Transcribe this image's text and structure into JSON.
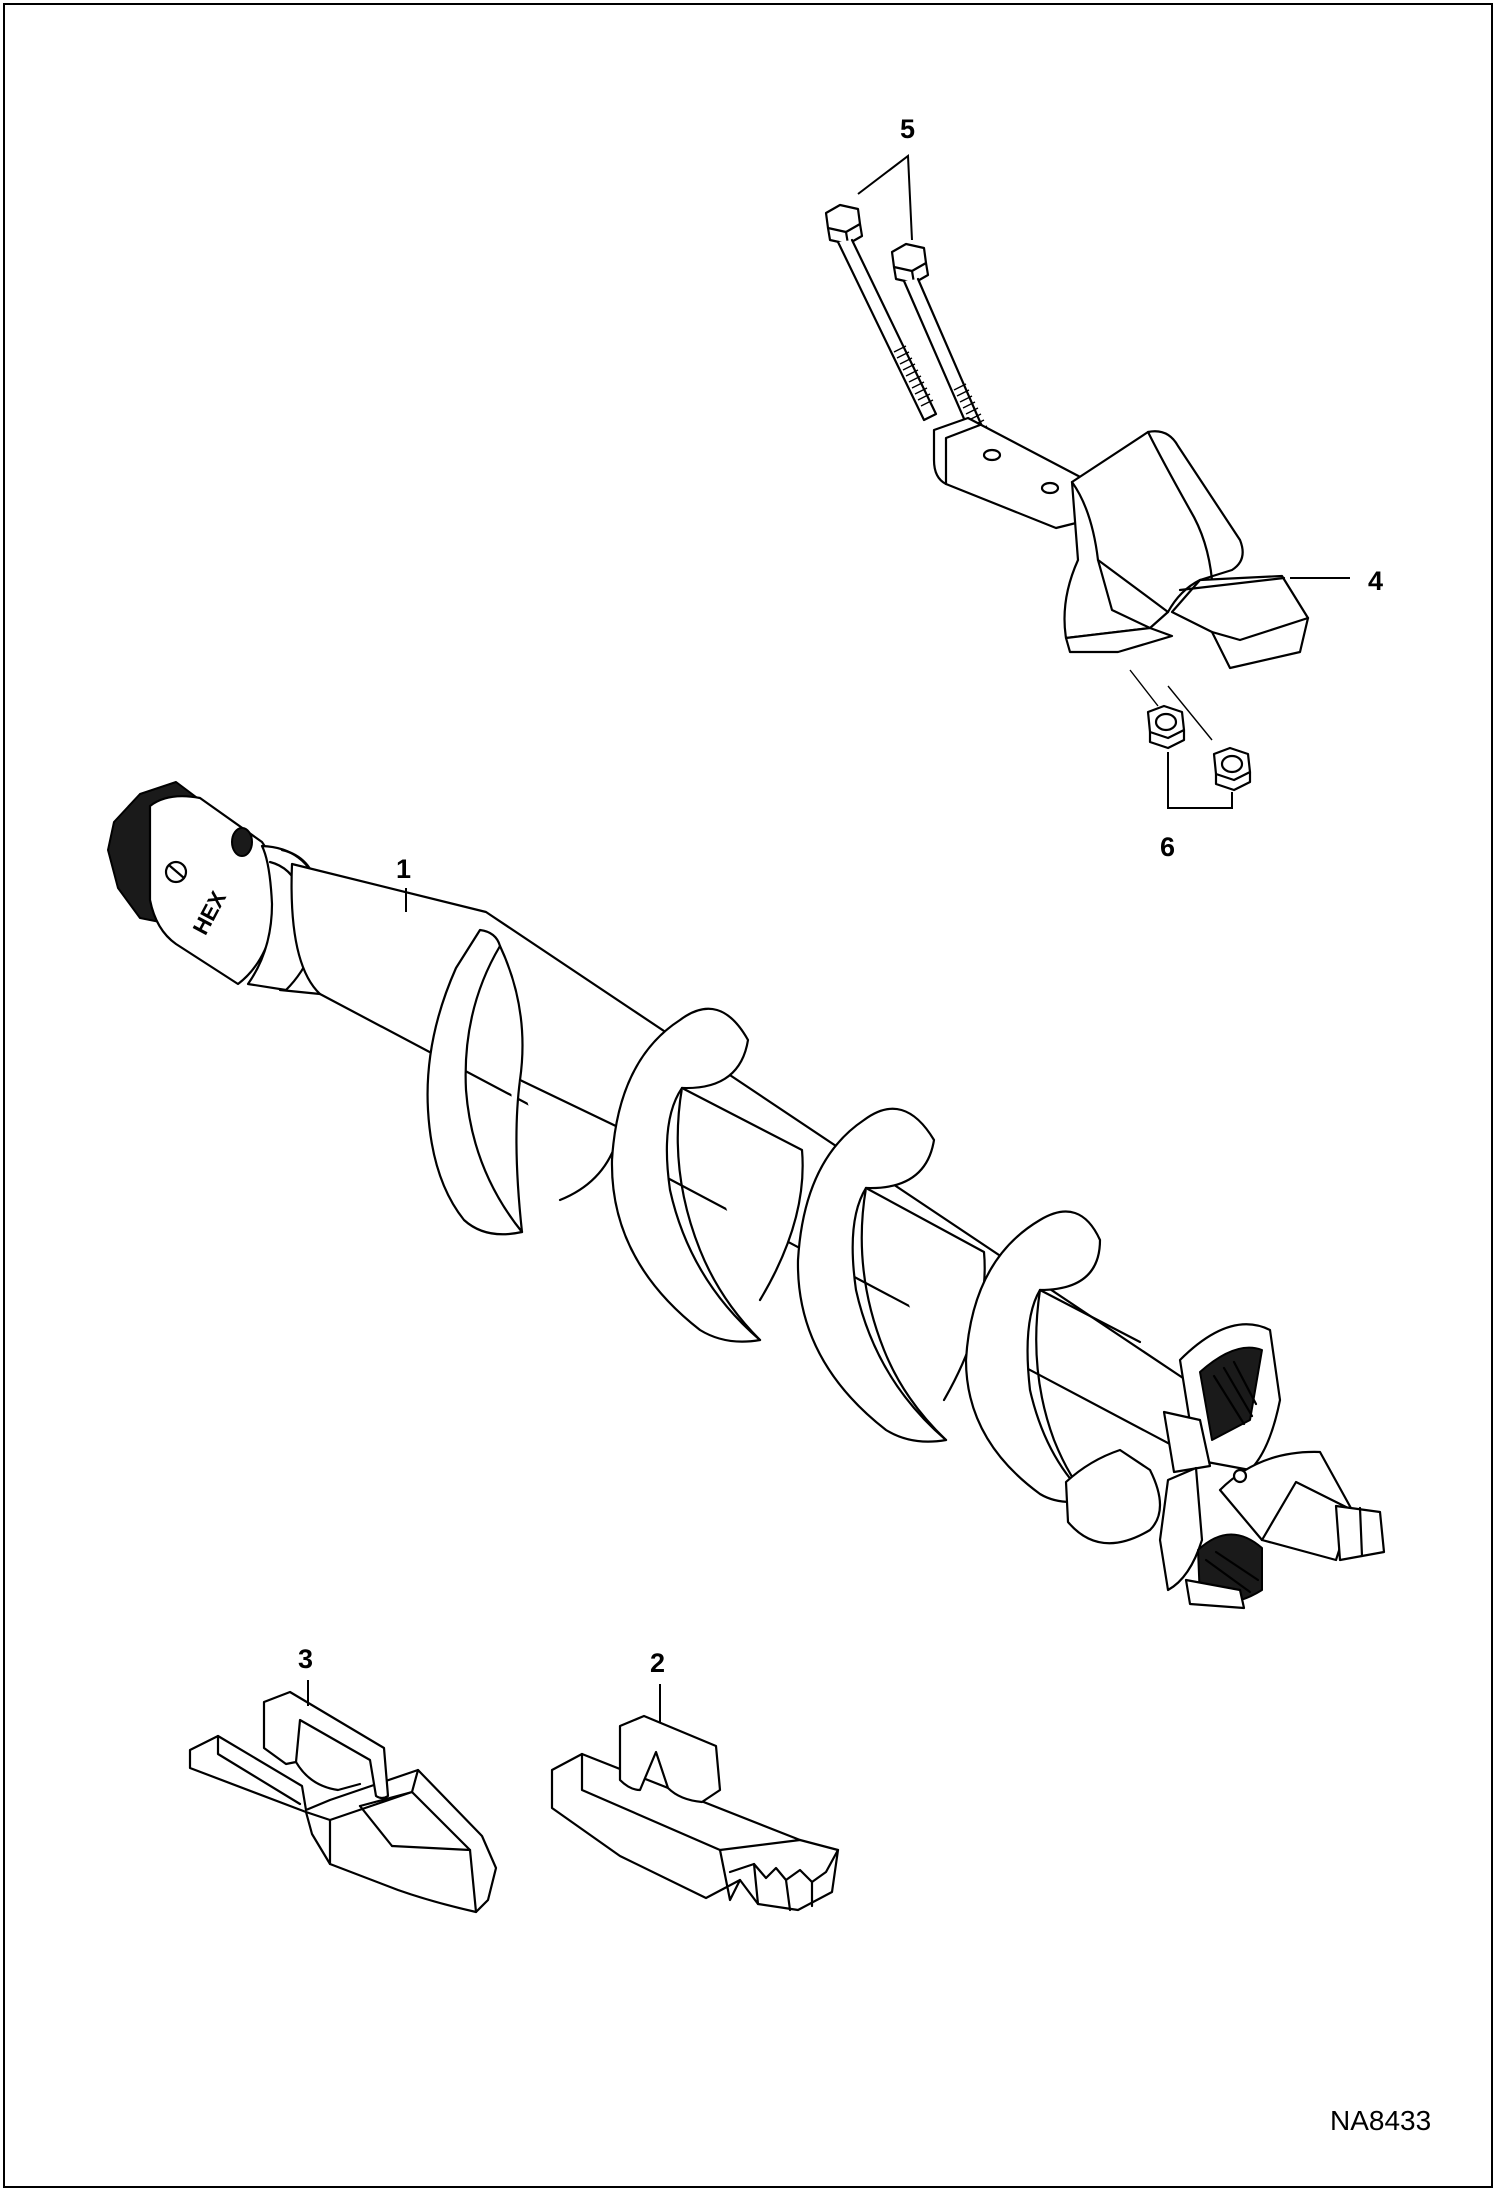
{
  "figure_id": "NA8433",
  "callouts": [
    {
      "id": "auger-flighting",
      "label": "1"
    },
    {
      "id": "rock-tooth",
      "label": "2"
    },
    {
      "id": "earth-tooth",
      "label": "3"
    },
    {
      "id": "pilot-bit",
      "label": "4"
    },
    {
      "id": "bolts",
      "label": "5"
    },
    {
      "id": "nuts",
      "label": "6"
    }
  ],
  "hub_marking": "HEX"
}
